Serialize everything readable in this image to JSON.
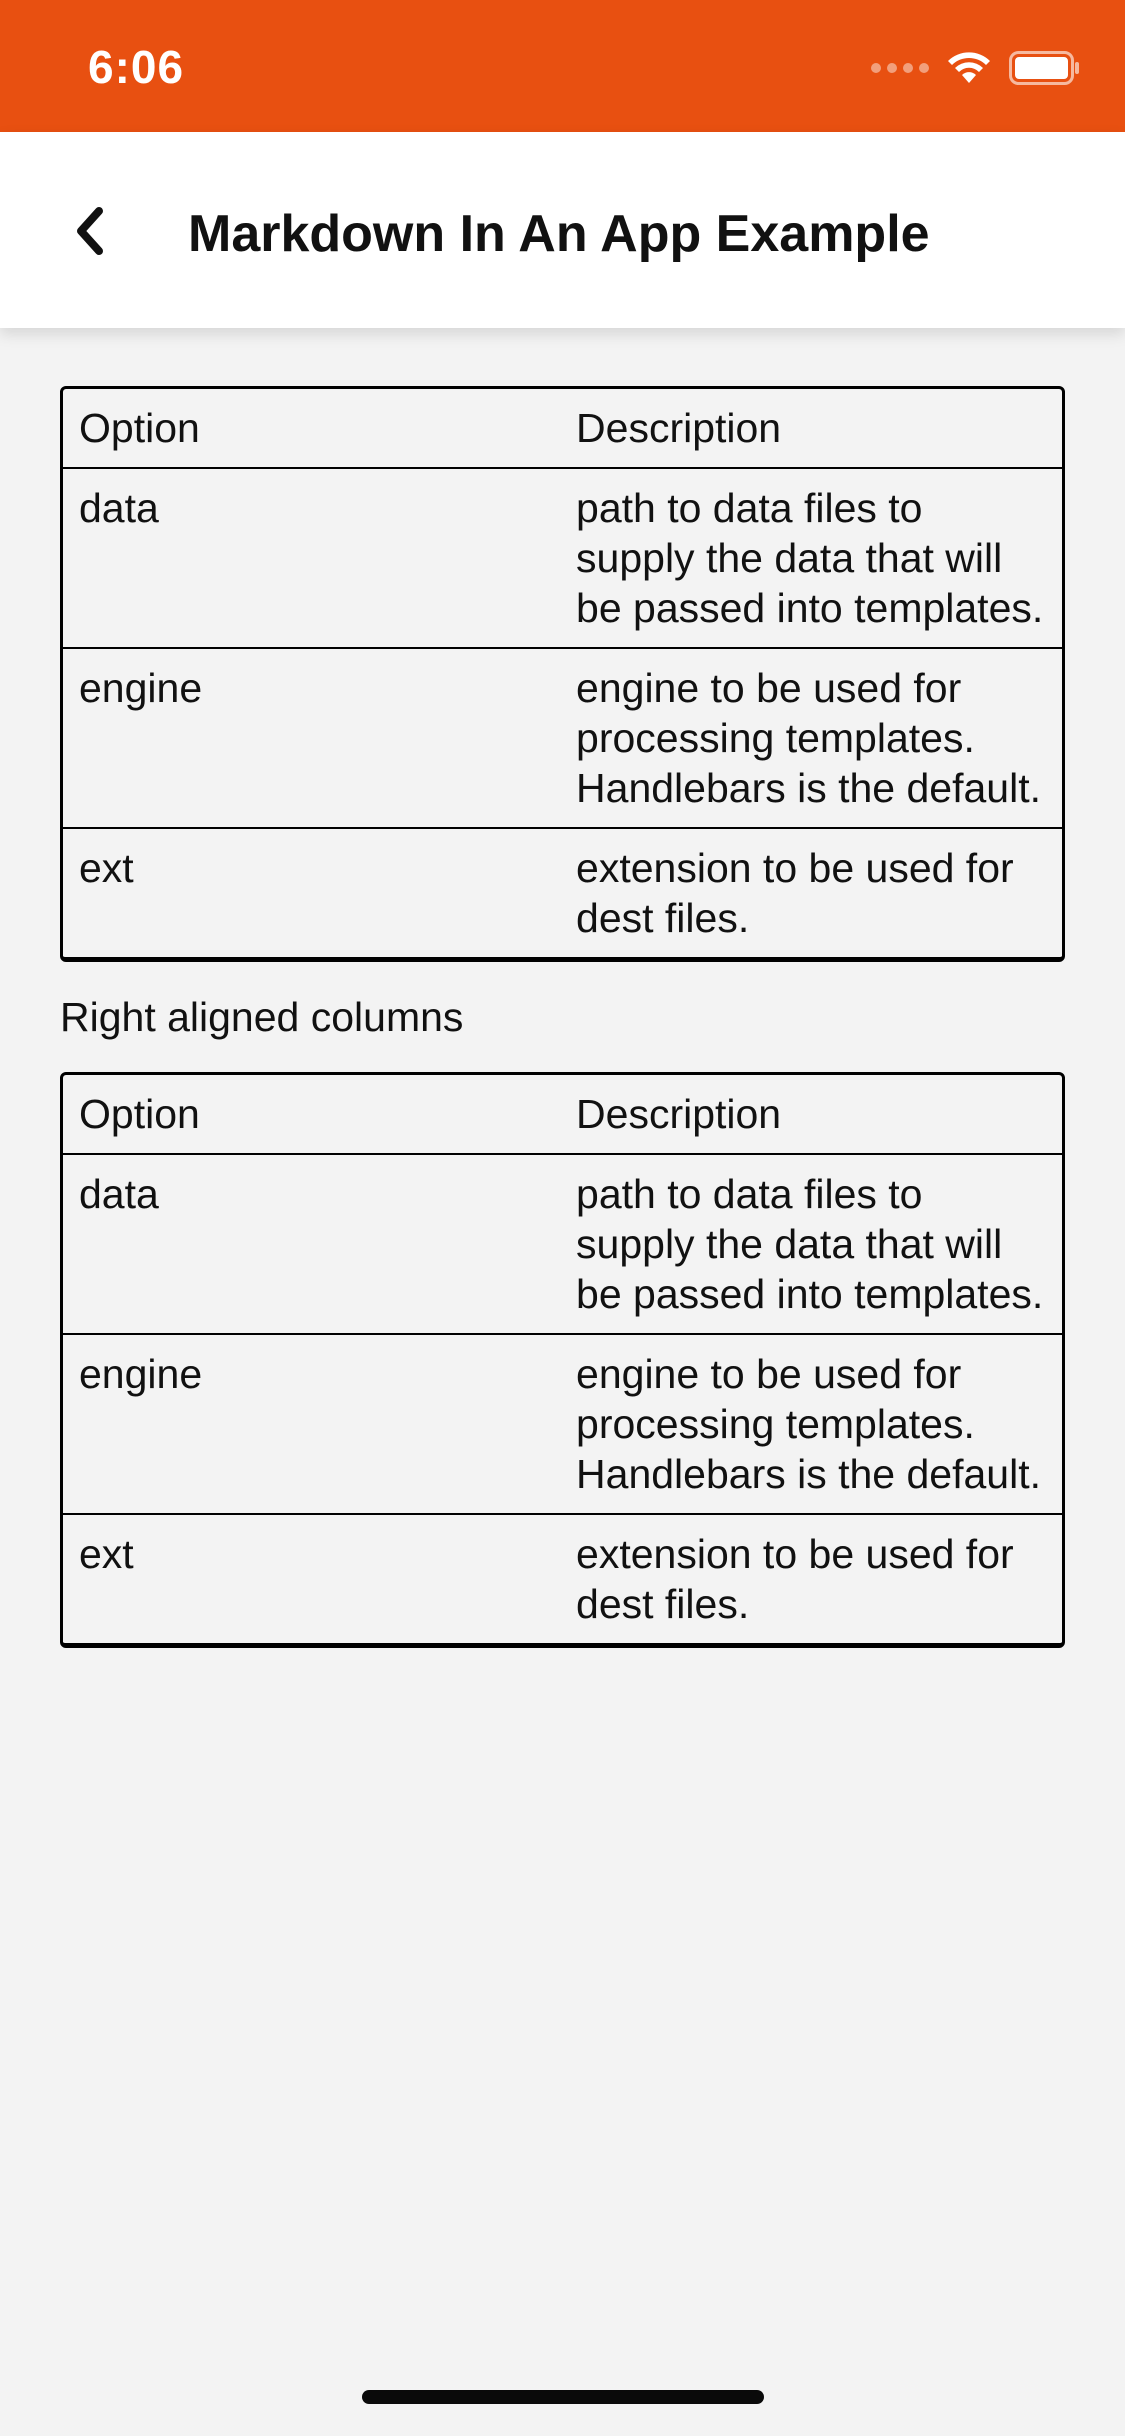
{
  "status_bar": {
    "time": "6:06",
    "background_color": "#e85011",
    "icons": [
      "signal-dots-icon",
      "wifi-icon",
      "battery-icon"
    ]
  },
  "nav": {
    "back_icon": "chevron-left-icon",
    "title": "Markdown In An App Example"
  },
  "tables": [
    {
      "headers": [
        "Option",
        "Description"
      ],
      "rows": [
        [
          "data",
          "path to data files to supply the data that will be passed into templates."
        ],
        [
          "engine",
          "engine to be used for processing templates. Handlebars is the default."
        ],
        [
          "ext",
          "extension to be used for dest files."
        ]
      ]
    },
    {
      "headers": [
        "Option",
        "Description"
      ],
      "rows": [
        [
          "data",
          "path to data files to supply the data that will be passed into templates."
        ],
        [
          "engine",
          "engine to be used for processing templates. Handlebars is the default."
        ],
        [
          "ext",
          "extension to be used for dest files."
        ]
      ]
    }
  ],
  "section_label": "Right aligned columns"
}
